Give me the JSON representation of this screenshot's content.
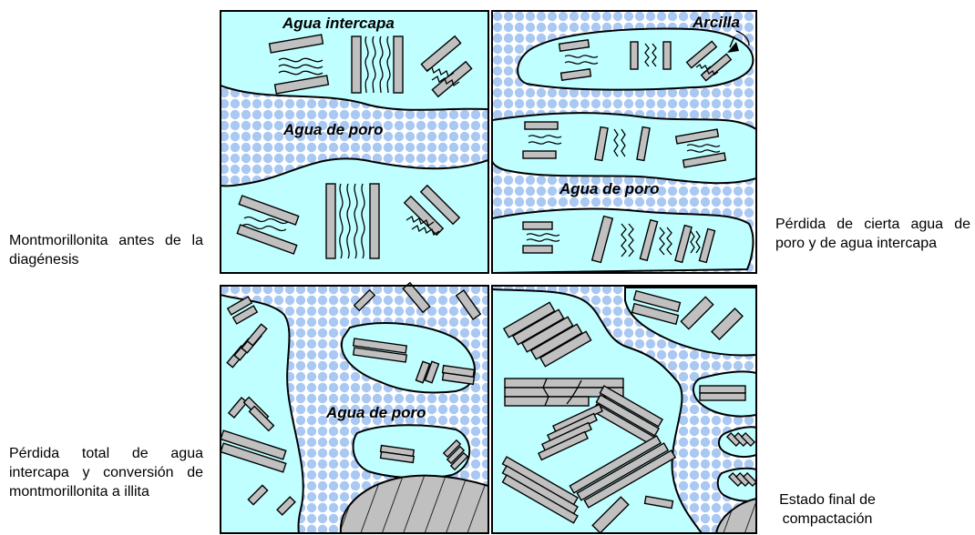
{
  "labels": {
    "panel_tl_top": "Agua intercapa",
    "panel_tl_mid": "Agua de poro",
    "panel_tr_top": "Arcilla",
    "panel_tr_mid": "Agua de poro",
    "panel_bl_mid": "Agua de poro"
  },
  "captions": {
    "left_top": "Montmorillonita   antes de la diagénesis",
    "right_top": "Pérdida de cierta agua de poro y de agua intercapa",
    "left_bottom": "Pérdida total de agua intercapa y conversión de montmorillonita a illita",
    "right_bottom": "Estado final de compactación"
  },
  "colors": {
    "clay_fill": "#c0ffff",
    "pore_background": "#ffffff",
    "pore_dot": "#a9c8f2",
    "particle_fill": "#c0c0c0",
    "outline": "#000000"
  }
}
